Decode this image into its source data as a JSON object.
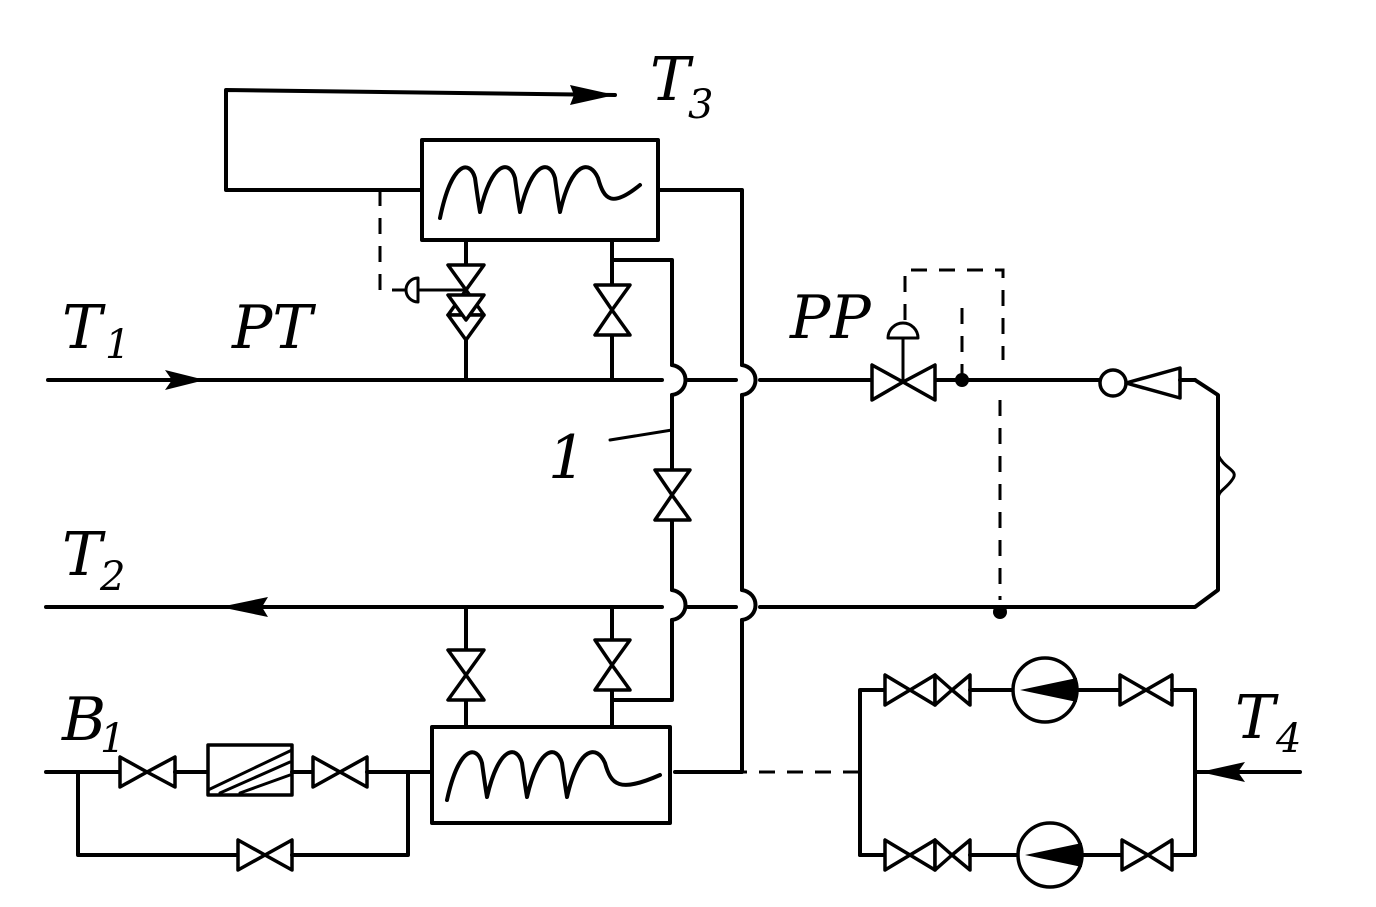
{
  "labels": {
    "t1": "T",
    "t1_sub": "1",
    "t2": "T",
    "t2_sub": "2",
    "t3": "T",
    "t3_sub": "3",
    "t4": "T",
    "t4_sub": "4",
    "b1": "B",
    "b1_sub": "1",
    "pt": "PT",
    "pp": "PP",
    "callout_1": "1"
  }
}
